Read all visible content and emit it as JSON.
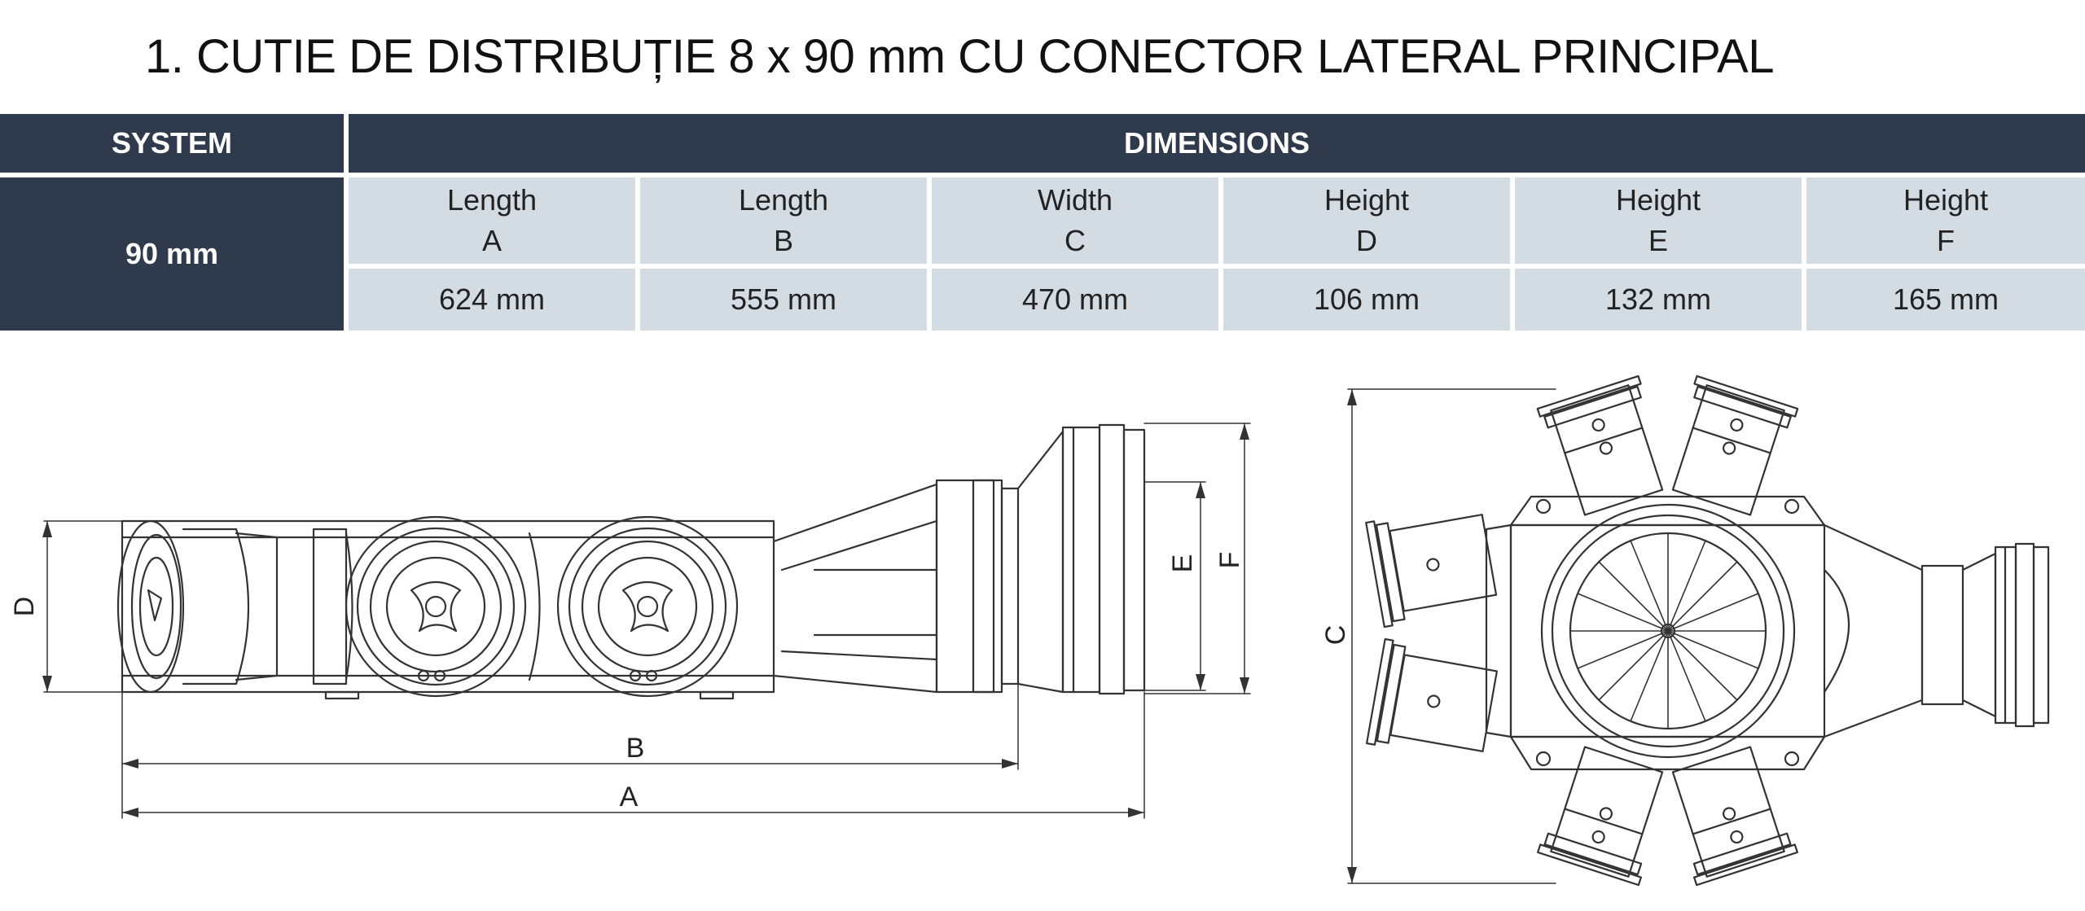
{
  "title": "1. CUTIE DE DISTRIBUȚIE 8 x 90 mm CU CONECTOR LATERAL PRINCIPAL",
  "table": {
    "system_header": "SYSTEM",
    "dimensions_header": "DIMENSIONS",
    "system_value": "90 mm",
    "columns": [
      {
        "label": "Length",
        "letter": "A",
        "value": "624 mm"
      },
      {
        "label": "Length",
        "letter": "B",
        "value": "555 mm"
      },
      {
        "label": "Width",
        "letter": "C",
        "value": "470 mm"
      },
      {
        "label": "Height",
        "letter": "D",
        "value": "106 mm"
      },
      {
        "label": "Height",
        "letter": "E",
        "value": "132 mm"
      },
      {
        "label": "Height",
        "letter": "F",
        "value": "165 mm"
      }
    ]
  },
  "drawing_labels": {
    "side_d": "D",
    "side_e": "E",
    "side_f": "F",
    "side_b": "B",
    "side_a": "A",
    "top_c": "C"
  },
  "colors": {
    "header_dark": "#2f3b4d",
    "cell_light": "#d3dbe3",
    "line": "#333333"
  }
}
